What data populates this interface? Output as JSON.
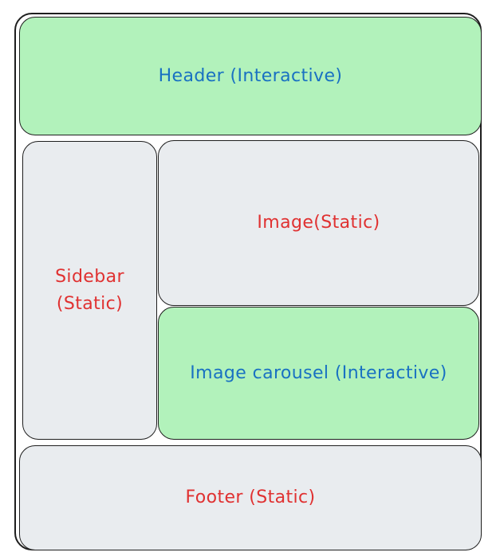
{
  "diagram": {
    "header": {
      "label": "Header (Interactive)"
    },
    "sidebar": {
      "label": "Sidebar\n(Static)"
    },
    "image": {
      "label": "Image(Static)"
    },
    "carousel": {
      "label": "Image carousel (Interactive)"
    },
    "footer": {
      "label": "Footer (Static)"
    }
  },
  "colors": {
    "interactive_fill": "#b2f2bb",
    "static_fill": "#e9ecef",
    "interactive_text": "#1971c2",
    "static_text": "#e03131",
    "stroke": "#1e1e1e"
  }
}
